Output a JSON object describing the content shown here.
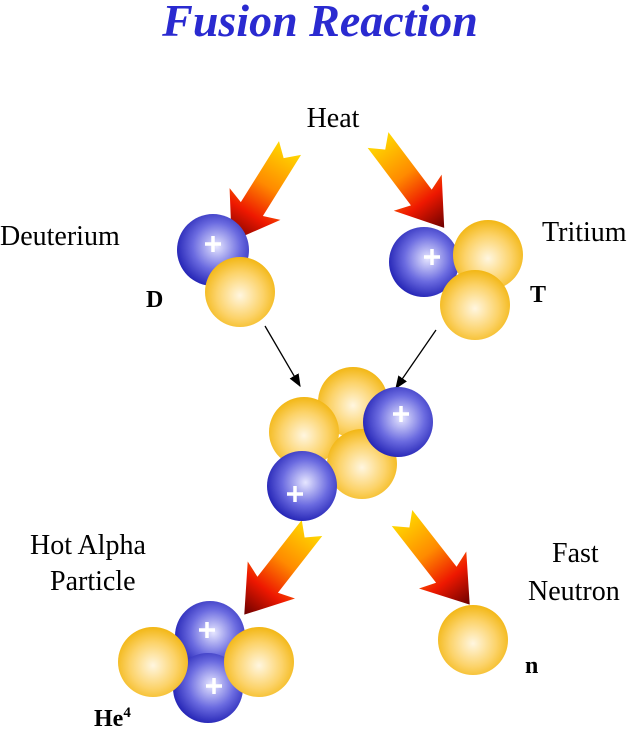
{
  "title": "Fusion Reaction",
  "labels": {
    "heat": "Heat",
    "deuterium": "Deuterium",
    "tritium": "Tritium",
    "d_symbol": "D",
    "t_symbol": "T",
    "alpha_line1": "Hot Alpha",
    "alpha_line2": "Particle",
    "neutron_line1": "Fast",
    "neutron_line2": "Neutron",
    "n_symbol": "n",
    "he_symbol": "He",
    "he_mass": "4"
  },
  "colors": {
    "title": "#2a2ad0",
    "proton": "#2a2ac0",
    "neutron": "#f5b800",
    "arrow_start": "#ffd000",
    "arrow_end": "#7a0000"
  }
}
